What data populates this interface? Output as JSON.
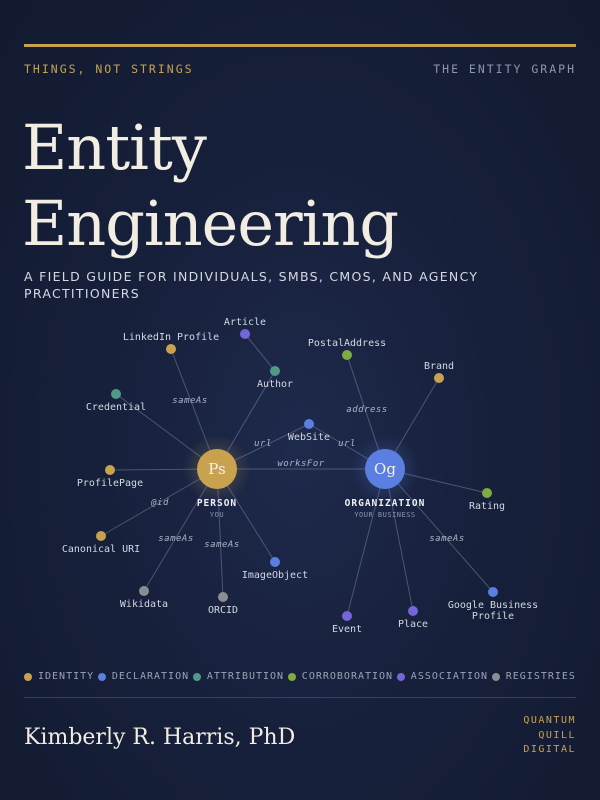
{
  "header": {
    "kicker_left": "THINGS, NOT STRINGS",
    "kicker_right": "THE ENTITY GRAPH"
  },
  "title": {
    "line1": "Entity",
    "line2": "Engineering"
  },
  "subtitle": "A FIELD GUIDE FOR INDIVIDUALS, SMBS, CMOS, AND AGENCY PRACTITIONERS",
  "colors": {
    "gold": "#c9a24f",
    "identity": "#c9a24f",
    "declaration": "#5b7fe0",
    "attribution": "#4f9a86",
    "corroboration": "#7fac3f",
    "association": "#7466d8",
    "registries": "#8a8d94"
  },
  "graph": {
    "hubs": [
      {
        "id": "person",
        "abbr": "Ps",
        "label": "PERSON",
        "sublabel": "YOU",
        "color": "#c9a24f"
      },
      {
        "id": "org",
        "abbr": "Og",
        "label": "ORGANIZATION",
        "sublabel": "YOUR BUSINESS",
        "color": "#5b7fe0"
      }
    ],
    "nodes": [
      {
        "id": "linkedin",
        "label": "LinkedIn Profile",
        "group": "identity"
      },
      {
        "id": "article",
        "label": "Article",
        "group": "association"
      },
      {
        "id": "author",
        "label": "Author",
        "group": "attribution"
      },
      {
        "id": "credential",
        "label": "Credential",
        "group": "attribution"
      },
      {
        "id": "profilepage",
        "label": "ProfilePage",
        "group": "identity"
      },
      {
        "id": "canonical",
        "label": "Canonical URI",
        "group": "identity"
      },
      {
        "id": "wikidata",
        "label": "Wikidata",
        "group": "registries"
      },
      {
        "id": "orcid",
        "label": "ORCID",
        "group": "registries"
      },
      {
        "id": "imageobject",
        "label": "ImageObject",
        "group": "declaration"
      },
      {
        "id": "website",
        "label": "WebSite",
        "group": "declaration"
      },
      {
        "id": "postal",
        "label": "PostalAddress",
        "group": "corroboration"
      },
      {
        "id": "brand",
        "label": "Brand",
        "group": "identity"
      },
      {
        "id": "rating",
        "label": "Rating",
        "group": "corroboration"
      },
      {
        "id": "gbp",
        "label": "Google Business Profile",
        "label_lines": [
          "Google Business",
          "Profile"
        ],
        "group": "declaration"
      },
      {
        "id": "place",
        "label": "Place",
        "group": "association"
      },
      {
        "id": "event",
        "label": "Event",
        "group": "association"
      }
    ],
    "edges": [
      {
        "from": "person",
        "to": "linkedin",
        "label": "sameAs"
      },
      {
        "from": "person",
        "to": "author",
        "label": ""
      },
      {
        "from": "author",
        "to": "article",
        "label": ""
      },
      {
        "from": "person",
        "to": "credential",
        "label": ""
      },
      {
        "from": "person",
        "to": "profilepage",
        "label": ""
      },
      {
        "from": "person",
        "to": "canonical",
        "label": "@id"
      },
      {
        "from": "person",
        "to": "wikidata",
        "label": "sameAs"
      },
      {
        "from": "person",
        "to": "orcid",
        "label": "sameAs"
      },
      {
        "from": "person",
        "to": "imageobject",
        "label": ""
      },
      {
        "from": "person",
        "to": "website",
        "label": "url"
      },
      {
        "from": "org",
        "to": "website",
        "label": "url"
      },
      {
        "from": "person",
        "to": "org",
        "label": "worksFor"
      },
      {
        "from": "org",
        "to": "postal",
        "label": "address"
      },
      {
        "from": "org",
        "to": "brand",
        "label": ""
      },
      {
        "from": "org",
        "to": "rating",
        "label": ""
      },
      {
        "from": "org",
        "to": "gbp",
        "label": "sameAs"
      },
      {
        "from": "org",
        "to": "place",
        "label": ""
      },
      {
        "from": "org",
        "to": "event",
        "label": ""
      }
    ]
  },
  "legend": [
    {
      "label": "IDENTITY",
      "color": "#c9a24f"
    },
    {
      "label": "DECLARATION",
      "color": "#5b7fe0"
    },
    {
      "label": "ATTRIBUTION",
      "color": "#4f9a86"
    },
    {
      "label": "CORROBORATION",
      "color": "#7fac3f"
    },
    {
      "label": "ASSOCIATION",
      "color": "#7466d8"
    },
    {
      "label": "REGISTRIES",
      "color": "#8a8d94"
    }
  ],
  "author": "Kimberly R. Harris, PhD",
  "publisher": [
    "QUANTUM",
    "QUILL",
    "DIGITAL"
  ]
}
